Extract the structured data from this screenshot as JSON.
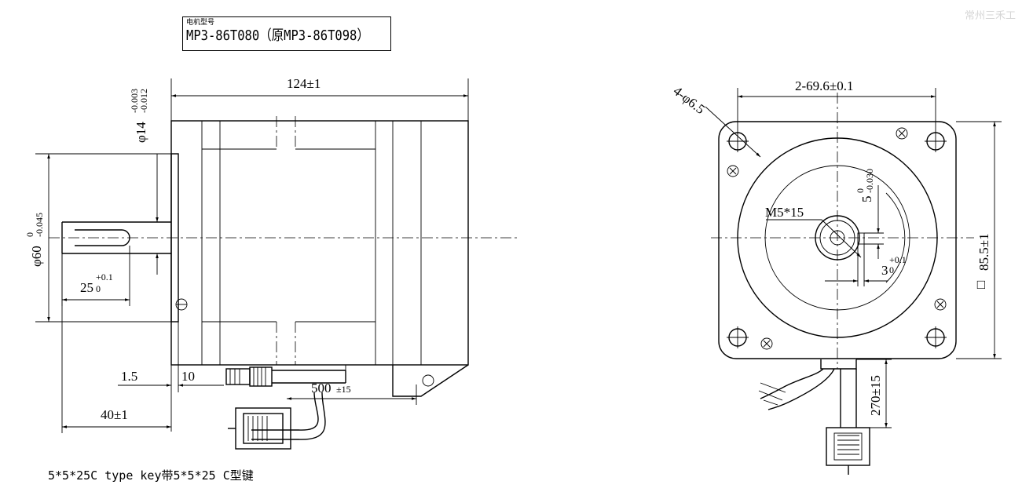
{
  "model": {
    "label": "电机型号",
    "value": "MP3-86T080（原MP3-86T098）"
  },
  "watermark": "常州三禾工",
  "footnote": "5*5*25C type key带5*5*25 C型键",
  "side_view": {
    "length_dim": "124±1",
    "shaft_dia": "φ14",
    "shaft_tol_upper": "-0.003",
    "shaft_tol_lower": "-0.012",
    "pilot_dia": "φ60",
    "pilot_tol_upper": "0",
    "pilot_tol_lower": "-0.045",
    "key_length": "25",
    "key_tol_upper": "+0.1",
    "key_tol_lower": "0",
    "flange_thk": "1.5",
    "flange_width": "10",
    "shaft_ext": "40±1",
    "lead_length": "500",
    "lead_tol": "±15"
  },
  "front_view": {
    "holes": "4-φ6.5",
    "hole_spacing": "2-69.6±0.1",
    "thread": "M5*15",
    "key_width": "5",
    "key_width_tol_upper": "0",
    "key_width_tol_lower": "-0.030",
    "key_depth": "3",
    "key_depth_tol_upper": "+0.1",
    "key_depth_tol_lower": "0",
    "square_symbol": "□",
    "frame_size": "85.5±1",
    "cable_length": "270±15"
  }
}
